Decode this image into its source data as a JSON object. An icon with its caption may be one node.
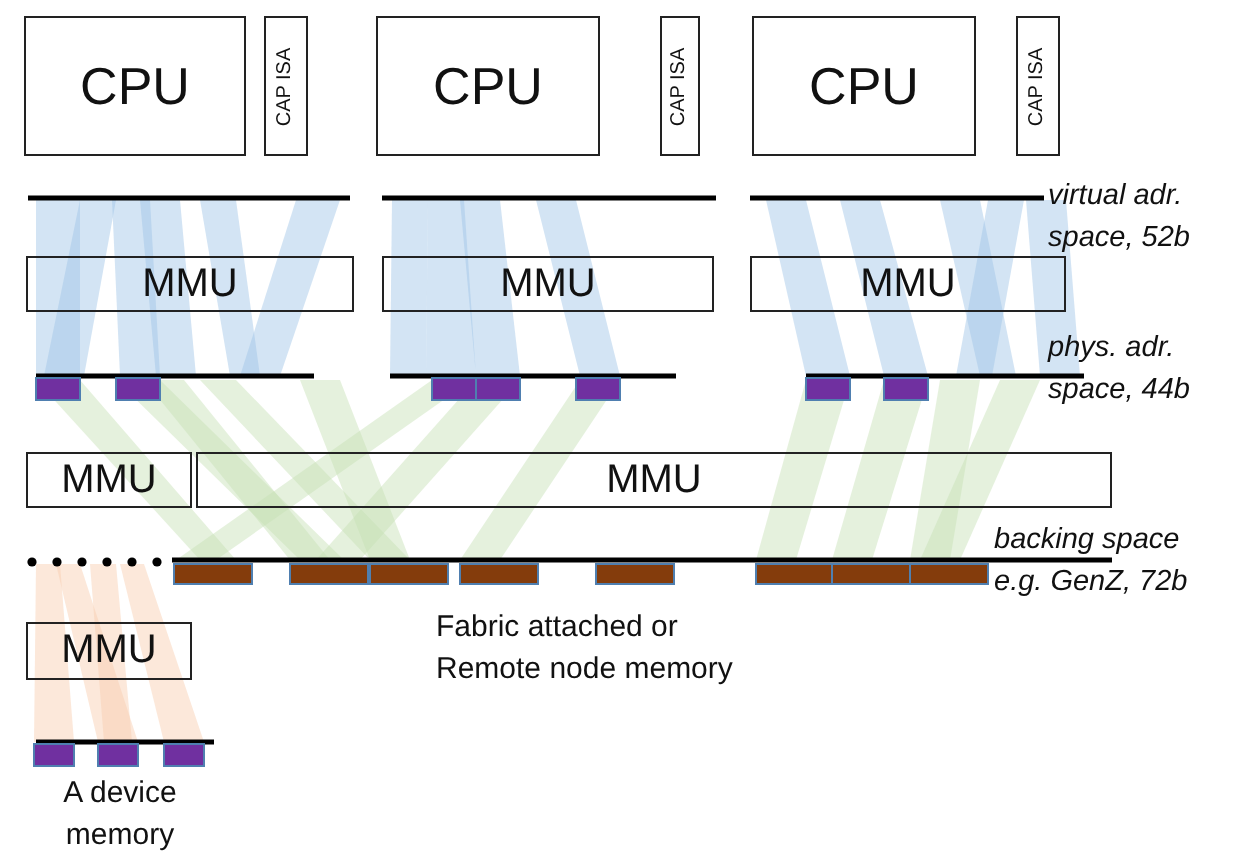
{
  "diagram": {
    "nodes": [
      {
        "text": [
          "CPU"
        ]
      },
      {
        "text": [
          "CAP ISA"
        ]
      },
      {
        "text": [
          "CPU"
        ]
      },
      {
        "text": [
          "CAP ISA"
        ]
      },
      {
        "text": [
          "CPU"
        ]
      },
      {
        "text": [
          "CAP ISA"
        ]
      },
      {
        "text": [
          "MMU"
        ]
      },
      {
        "text": [
          "MMU"
        ]
      },
      {
        "text": [
          "MMU"
        ]
      },
      {
        "text": [
          "MMU"
        ]
      },
      {
        "text": [
          "MMU"
        ]
      },
      {
        "text": [
          "MMU"
        ]
      }
    ],
    "labels": [
      "virtual adr. space, 52b",
      "phys. adr. space, 44b",
      "backing space e.g. GenZ, 72b",
      "Fabric attached or Remote node memory",
      "A device memory"
    ]
  }
}
